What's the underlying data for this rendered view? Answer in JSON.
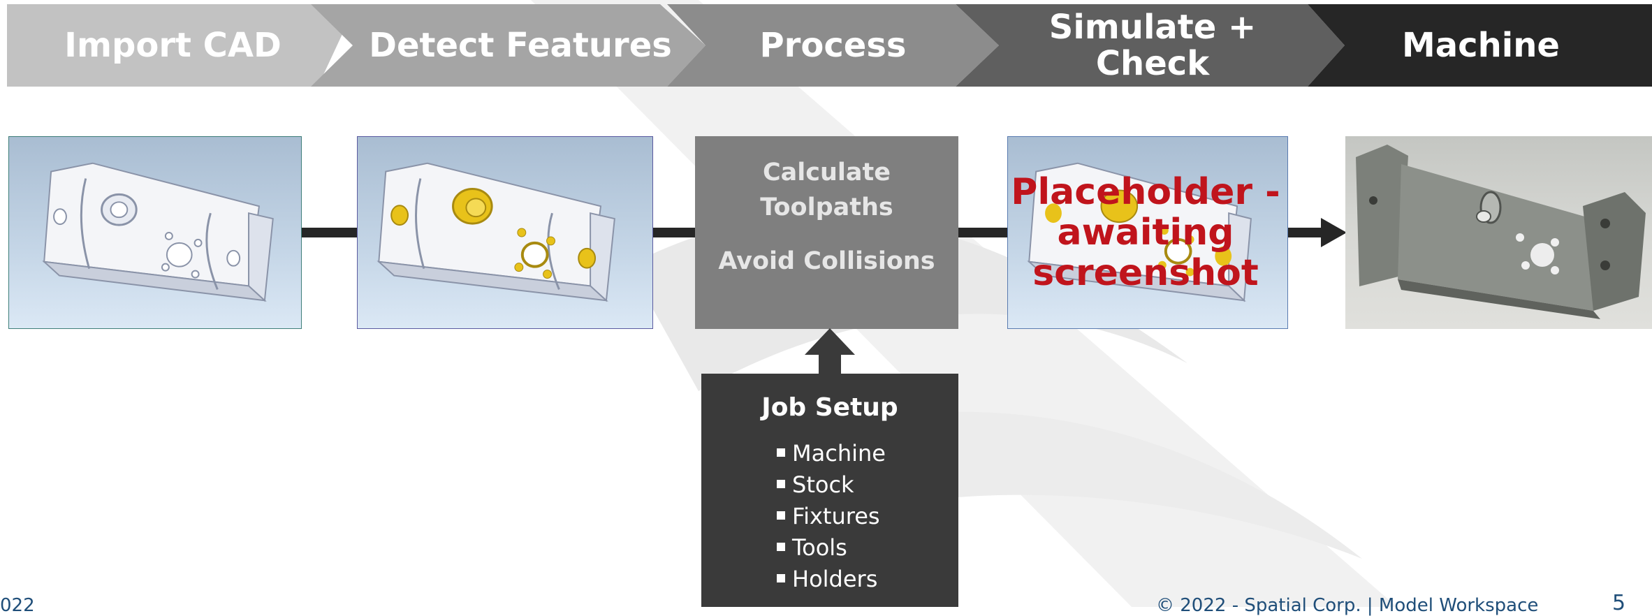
{
  "steps": [
    {
      "label": "Import CAD",
      "color": "#c2c2c2"
    },
    {
      "label": "Detect Features",
      "color": "#a5a5a5"
    },
    {
      "label": "Process",
      "color": "#8c8c8c"
    },
    {
      "label": "Simulate + Check",
      "color": "#5f5f5f"
    },
    {
      "label": "Machine",
      "color": "#262626"
    }
  ],
  "process": {
    "line1": "Calculate Toolpaths",
    "line2": "Avoid Collisions"
  },
  "placeholder": "Placeholder - awaiting screenshot",
  "job_setup": {
    "title": "Job Setup",
    "items": [
      "Machine",
      "Stock",
      "Fixtures",
      "Tools",
      "Holders"
    ]
  },
  "footer": {
    "left": "022",
    "right": "© 2022 - Spatial Corp. | Model Workspace",
    "page": "5"
  },
  "colors": {
    "feature_highlight": "#e8c21a",
    "placeholder_text": "#c0141c",
    "connector": "#262626",
    "process_box": "#7f7f7f",
    "setup_box": "#3a3a3a"
  }
}
